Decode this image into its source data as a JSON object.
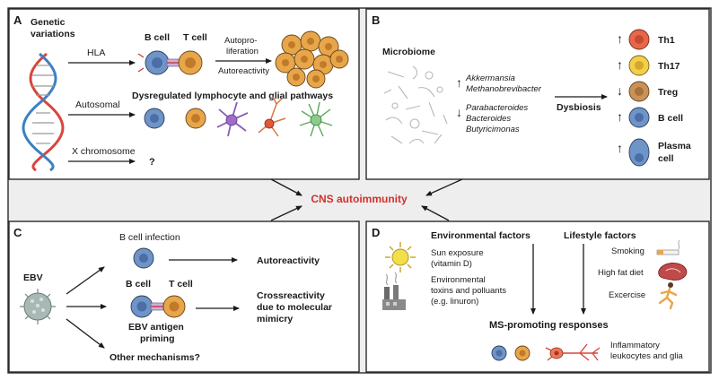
{
  "center": {
    "label": "CNS autoimmunity"
  },
  "panel_a": {
    "letter": "A",
    "genetic": [
      "Genetic",
      "variations"
    ],
    "hla": "HLA",
    "b_cell": "B cell",
    "t_cell": "T cell",
    "autoproliferation": [
      "Autopro-",
      "liferation"
    ],
    "autoreactivity": "Autoreactivity",
    "autosomal": "Autosomal",
    "dysregulated": "Dysregulated lymphocyte and glial pathways",
    "x_chromosome": "X chromosome",
    "question": "?"
  },
  "panel_b": {
    "letter": "B",
    "microbiome": "Microbiome",
    "up_taxa": [
      "Akkermansia",
      "Methanobrevibacter"
    ],
    "down_taxa": [
      "Parabacteroides",
      "Bacteroides",
      "Butyricimonas"
    ],
    "dysbiosis": "Dysbiosis",
    "cells": [
      {
        "name": "Th1",
        "direction": "up",
        "color": "#e8674a"
      },
      {
        "name": "Th17",
        "direction": "up",
        "color": "#f2cf4a"
      },
      {
        "name": "Treg",
        "direction": "down",
        "color": "#c9925a"
      },
      {
        "name": "B cell",
        "direction": "up",
        "color": "#6f94c7"
      },
      {
        "name": "Plasma",
        "name2": "cell",
        "direction": "up",
        "color": "#6f94c7"
      }
    ]
  },
  "panel_c": {
    "letter": "C",
    "ebv": "EBV",
    "b_cell_infection": "B cell infection",
    "autoreactivity": "Autoreactivity",
    "b_cell": "B cell",
    "t_cell": "T cell",
    "priming": [
      "EBV antigen",
      "priming"
    ],
    "crossreactivity": [
      "Crossreactivity",
      "due to molecular",
      "mimicry"
    ],
    "other": "Other mechanisms?"
  },
  "panel_d": {
    "letter": "D",
    "environmental": "Environmental factors",
    "lifestyle": "Lifestyle factors",
    "sun": [
      "Sun exposure",
      "(vitamin D)"
    ],
    "toxins": [
      "Environmental",
      "toxins and polluants",
      "(e.g. linuron)"
    ],
    "smoking": "Smoking",
    "high_fat": "High fat diet",
    "exercise": "Excercise",
    "ms_responses": "MS-promoting responses",
    "inflammatory": [
      "Inflammatory",
      "leukocytes and glia"
    ]
  }
}
